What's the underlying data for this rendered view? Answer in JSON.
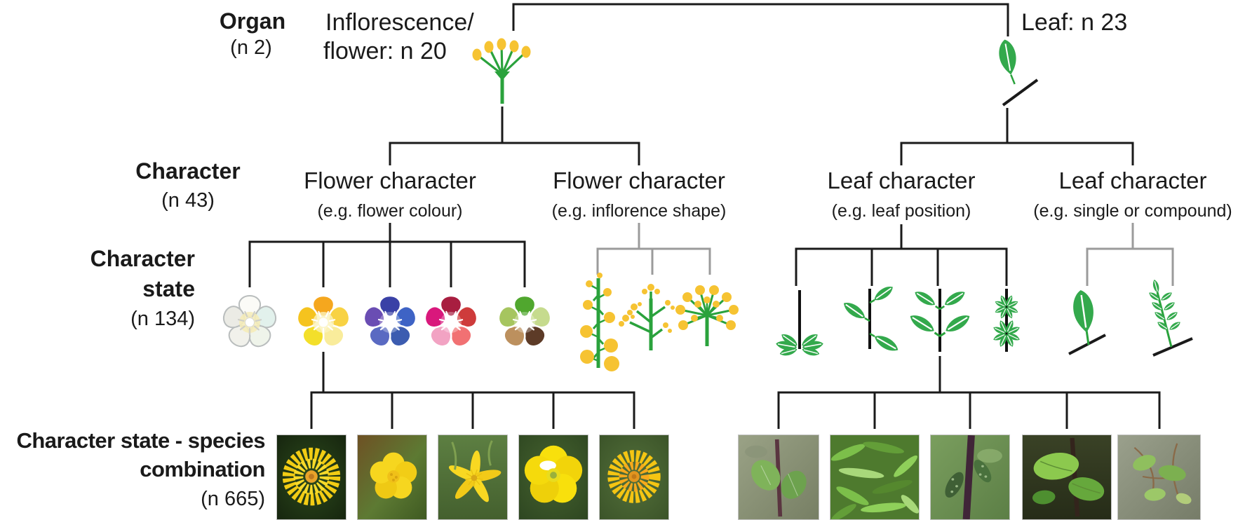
{
  "levels": {
    "organ": {
      "label": "Organ",
      "count": "(n 2)"
    },
    "character": {
      "label": "Character",
      "count": "(n 43)"
    },
    "character_state": {
      "label_line1": "Character",
      "label_line2": "state",
      "count": "(n 134)"
    },
    "combination": {
      "label_line1": "Character state - species",
      "label_line2": "combination",
      "count": "(n 665)"
    }
  },
  "organs": {
    "inflorescence": {
      "label_line1": "Inflorescence/",
      "label_line2": "flower: n 20",
      "icon": "umbel-inflorescence-icon"
    },
    "leaf": {
      "label": "Leaf: n 23",
      "icon": "leaf-icon"
    }
  },
  "characters": [
    {
      "title": "Flower character",
      "example": "(e.g. flower colour)",
      "icon_set": "flower-colour-icons"
    },
    {
      "title": "Flower character",
      "example": "(e.g. inflorence shape)",
      "icon_set": "inflorescence-shape-icons"
    },
    {
      "title": "Leaf character",
      "example": "(e.g. leaf position)",
      "icon_set": "leaf-position-icons"
    },
    {
      "title": "Leaf character",
      "example": "(e.g. single or compound)",
      "icon_set": "leaf-type-icons"
    }
  ],
  "character_states": {
    "flower_colour": [
      "white-flower-icon",
      "yellow-flower-icon",
      "blue-flower-icon",
      "red-pink-flower-icon",
      "green-brown-flower-icon"
    ],
    "inflorescence_shape": [
      "raceme-icon",
      "panicle-icon",
      "umbel-icon"
    ],
    "leaf_position": [
      "basal-rosette-icon",
      "alternate-leaves-icon",
      "opposite-leaves-icon",
      "whorled-leaves-icon"
    ],
    "leaf_type": [
      "single-leaf-icon",
      "compound-leaf-icon"
    ]
  },
  "species_photos": {
    "flowers": [
      "yellow-composite-flower-photo",
      "five-petal-yellow-flower-photo",
      "star-yellow-flower-photo",
      "buttercup-flower-photo",
      "yellow-composite-flower-photo-2"
    ],
    "leaves": [
      "rounded-leaves-photo",
      "narrow-leaves-photo",
      "dark-stem-spotted-leaves-photo",
      "broad-green-leaves-photo",
      "small-leaves-tendrils-photo"
    ]
  },
  "colors": {
    "line_black": "#1a1a1a",
    "line_gray": "#9b9b9b",
    "stem_green": "#2aa23c",
    "dot_yellow": "#f6c332",
    "leaf_green": "#33a94c"
  }
}
